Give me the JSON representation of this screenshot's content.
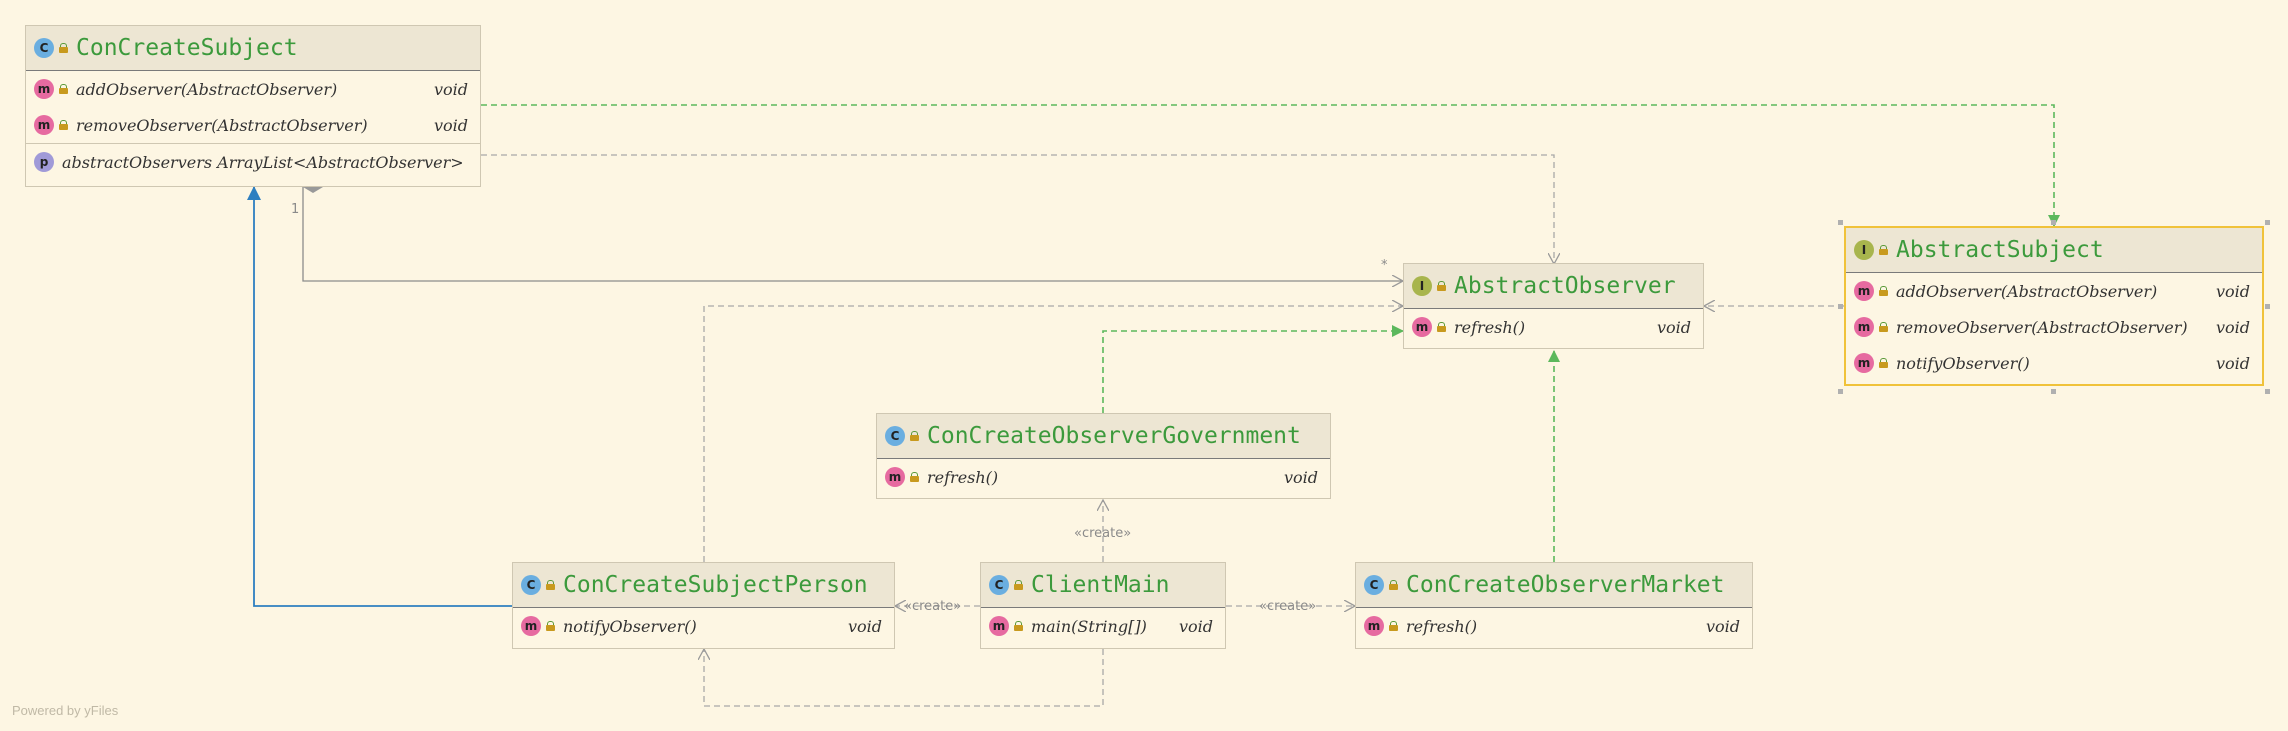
{
  "classes": {
    "con_create_subject": {
      "kind": "C",
      "name": "ConCreateSubject",
      "members": [
        {
          "kind": "m",
          "name": "addObserver(AbstractObserver)",
          "type": "void"
        },
        {
          "kind": "m",
          "name": "removeObserver(AbstractObserver)",
          "type": "void"
        },
        {
          "kind": "p",
          "name": "abstractObservers ArrayList<AbstractObserver>",
          "type": ""
        }
      ]
    },
    "abstract_observer": {
      "kind": "I",
      "name": "AbstractObserver",
      "members": [
        {
          "kind": "m",
          "name": "refresh()",
          "type": "void"
        }
      ]
    },
    "abstract_subject": {
      "kind": "I",
      "name": "AbstractSubject",
      "members": [
        {
          "kind": "m",
          "name": "addObserver(AbstractObserver)",
          "type": "void"
        },
        {
          "kind": "m",
          "name": "removeObserver(AbstractObserver)",
          "type": "void"
        },
        {
          "kind": "m",
          "name": "notifyObserver()",
          "type": "void"
        }
      ]
    },
    "con_create_observer_government": {
      "kind": "C",
      "name": "ConCreateObserverGovernment",
      "members": [
        {
          "kind": "m",
          "name": "refresh()",
          "type": "void"
        }
      ]
    },
    "con_create_subject_person": {
      "kind": "C",
      "name": "ConCreateSubjectPerson",
      "members": [
        {
          "kind": "m",
          "name": "notifyObserver()",
          "type": "void"
        }
      ]
    },
    "client_main": {
      "kind": "C",
      "name": "ClientMain",
      "members": [
        {
          "kind": "m",
          "name": "main(String[])",
          "type": "void"
        }
      ]
    },
    "con_create_observer_market": {
      "kind": "C",
      "name": "ConCreateObserverMarket",
      "members": [
        {
          "kind": "m",
          "name": "refresh()",
          "type": "void"
        }
      ]
    }
  },
  "edge_labels": {
    "multiplicity_one": "1",
    "multiplicity_many": "*",
    "create_government": "«create»",
    "create_person": "«create»",
    "create_market": "«create»"
  },
  "colors": {
    "background": "#fdf6e3",
    "realization": "#5cb85c",
    "inheritance": "#2e7fc0",
    "dependency": "#a8a8a8",
    "association": "#8c8c8c",
    "selection": "#f0c23a"
  },
  "footer": {
    "powered_by": "Powered by yFiles"
  }
}
